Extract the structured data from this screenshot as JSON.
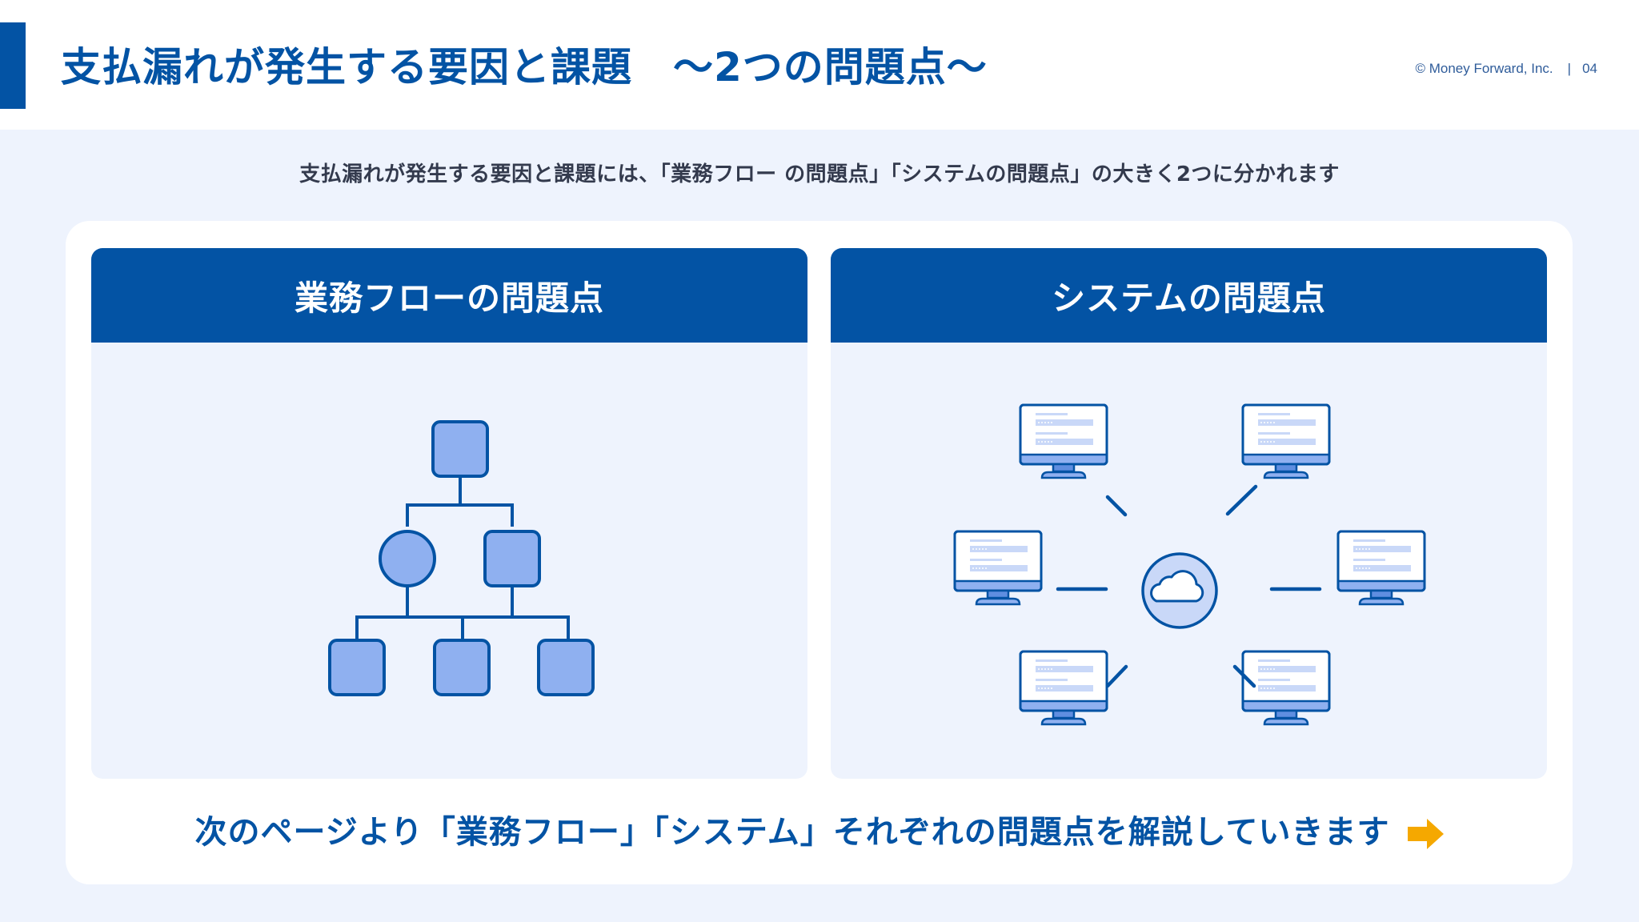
{
  "header": {
    "title": "支払漏れが発生する要因と課題　～2つの問題点～",
    "copyright": "© Money Forward, Inc.",
    "separator": "|",
    "page_number": "04"
  },
  "subtitle": "支払漏れが発生する要因と課題には、「業務フロー の問題点」「システムの問題点」の大きく2つに分かれます",
  "panels": [
    {
      "title": "業務フローの問題点",
      "illustration": "org-chart-flow-icon"
    },
    {
      "title": "システムの問題点",
      "illustration": "network-computers-cloud-icon"
    }
  ],
  "bottom_message": "次のページより「業務フロー」「システム」それぞれの問題点を解説していきます",
  "colors": {
    "brand_blue": "#0353A4",
    "light_blue_fill": "#8FB0F0",
    "pale_blue_fill": "#C9D8F8",
    "background": "#EEF3FD",
    "text_dark": "#333A4D",
    "arrow_orange": "#F5A800"
  }
}
